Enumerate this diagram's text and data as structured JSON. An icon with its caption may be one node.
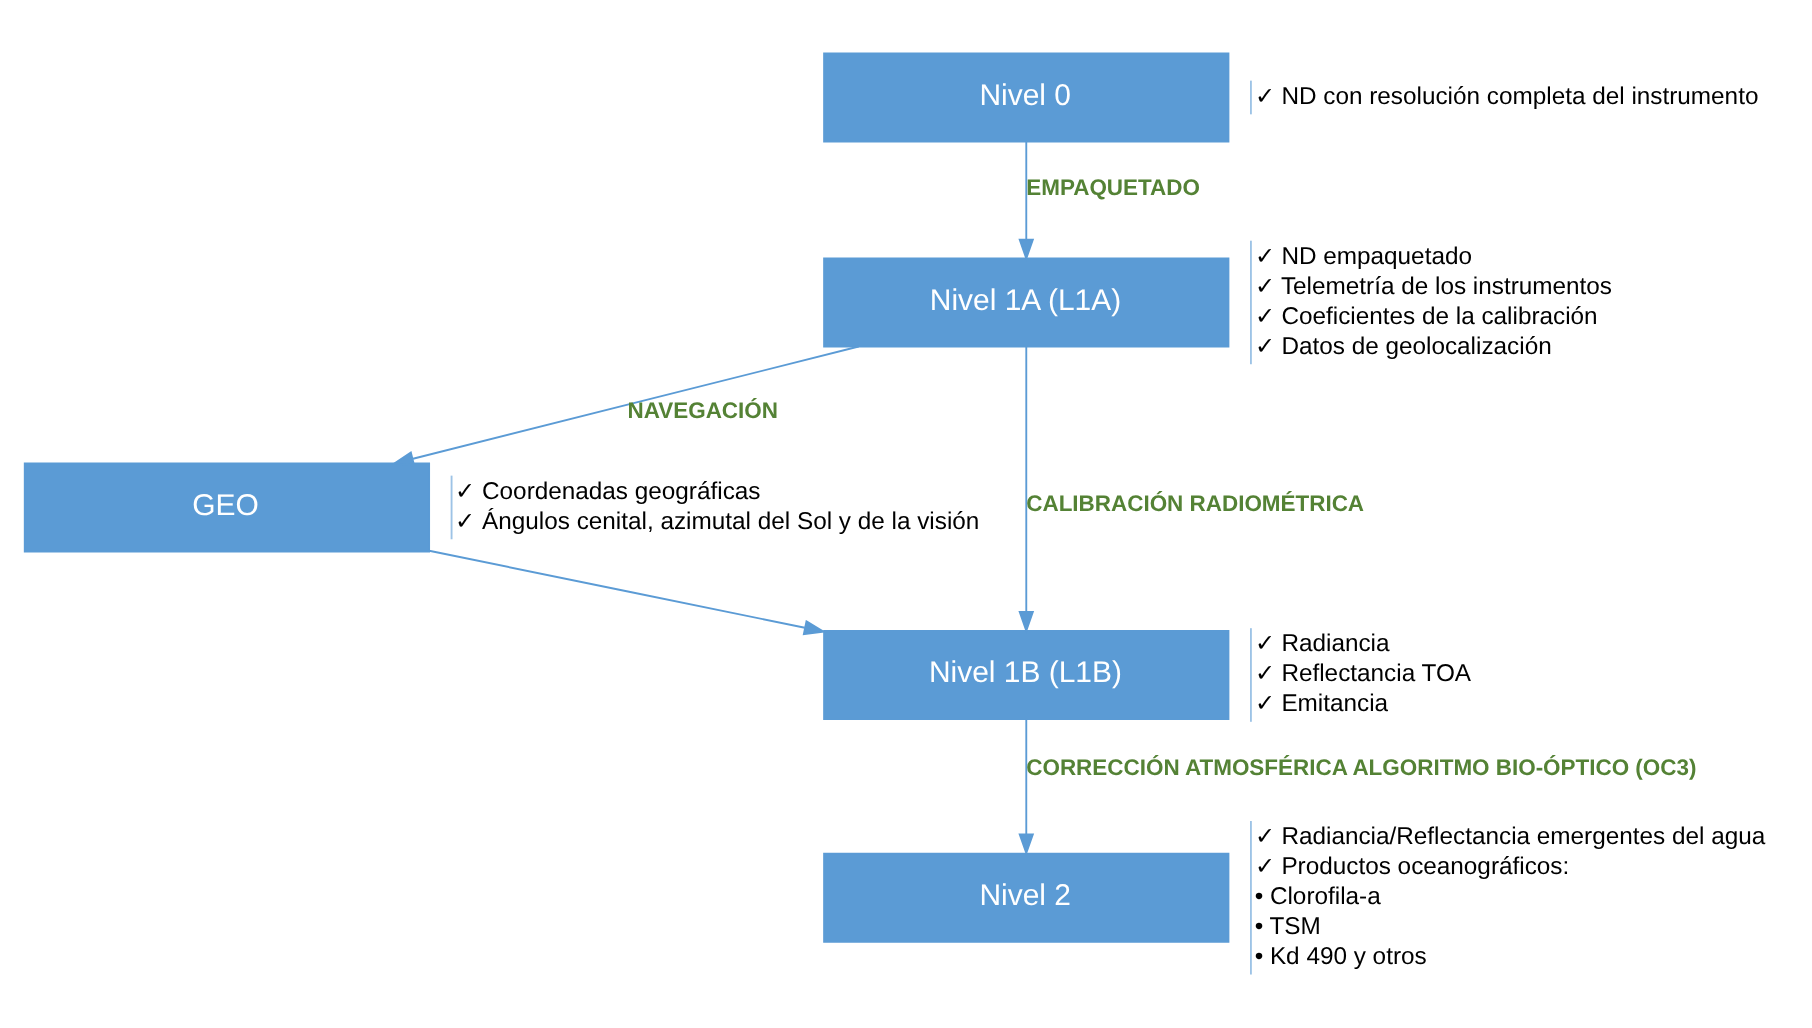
{
  "diagram": {
    "nodes": [
      {
        "text": [
          "Nivel 0"
        ],
        "beside": [
          "✓ ND con resolución completa del instrumento"
        ]
      },
      {
        "text": [
          "Nivel 1A (L1A)"
        ],
        "beside": [
          "✓ ND empaquetado",
          "✓ Telemetría de los instrumentos",
          "✓ Coeficientes de la calibración",
          "✓ Datos de geolocalización"
        ]
      },
      {
        "text": [
          "GEO"
        ],
        "beside": [
          "✓ Coordenadas geográficas",
          "✓ Ángulos cenital, azimutal del Sol y de la visión"
        ]
      },
      {
        "text": [
          "Nivel 1B (L1B)"
        ],
        "beside": [
          "✓ Radiancia",
          "✓ Reflectancia TOA",
          "✓ Emitancia"
        ]
      },
      {
        "text": [
          "Nivel 2"
        ],
        "beside": [
          "✓ Radiancia/Reflectancia emergentes del agua",
          "✓ Productos oceanográficos:",
          "• Clorofila-a",
          "• TSM",
          "• Kd 490 y otros"
        ]
      }
    ],
    "edges": [
      {
        "from": 0,
        "to": 1,
        "arrow": "to",
        "label": "EMPAQUETADO"
      },
      {
        "from": 1,
        "to": 2,
        "arrow": "to",
        "label": "NAVEGACIÓN"
      },
      {
        "from": 1,
        "to": 3,
        "arrow": "to",
        "label": "CALIBRACIÓN RADIOMÉTRICA"
      },
      {
        "from": 2,
        "to": 3,
        "arrow": "to"
      },
      {
        "from": 3,
        "to": 4,
        "arrow": "to",
        "label": "CORRECCIÓN ATMOSFÉRICA ALGORITMO BIO-ÓPTICO (OC3)"
      }
    ]
  }
}
